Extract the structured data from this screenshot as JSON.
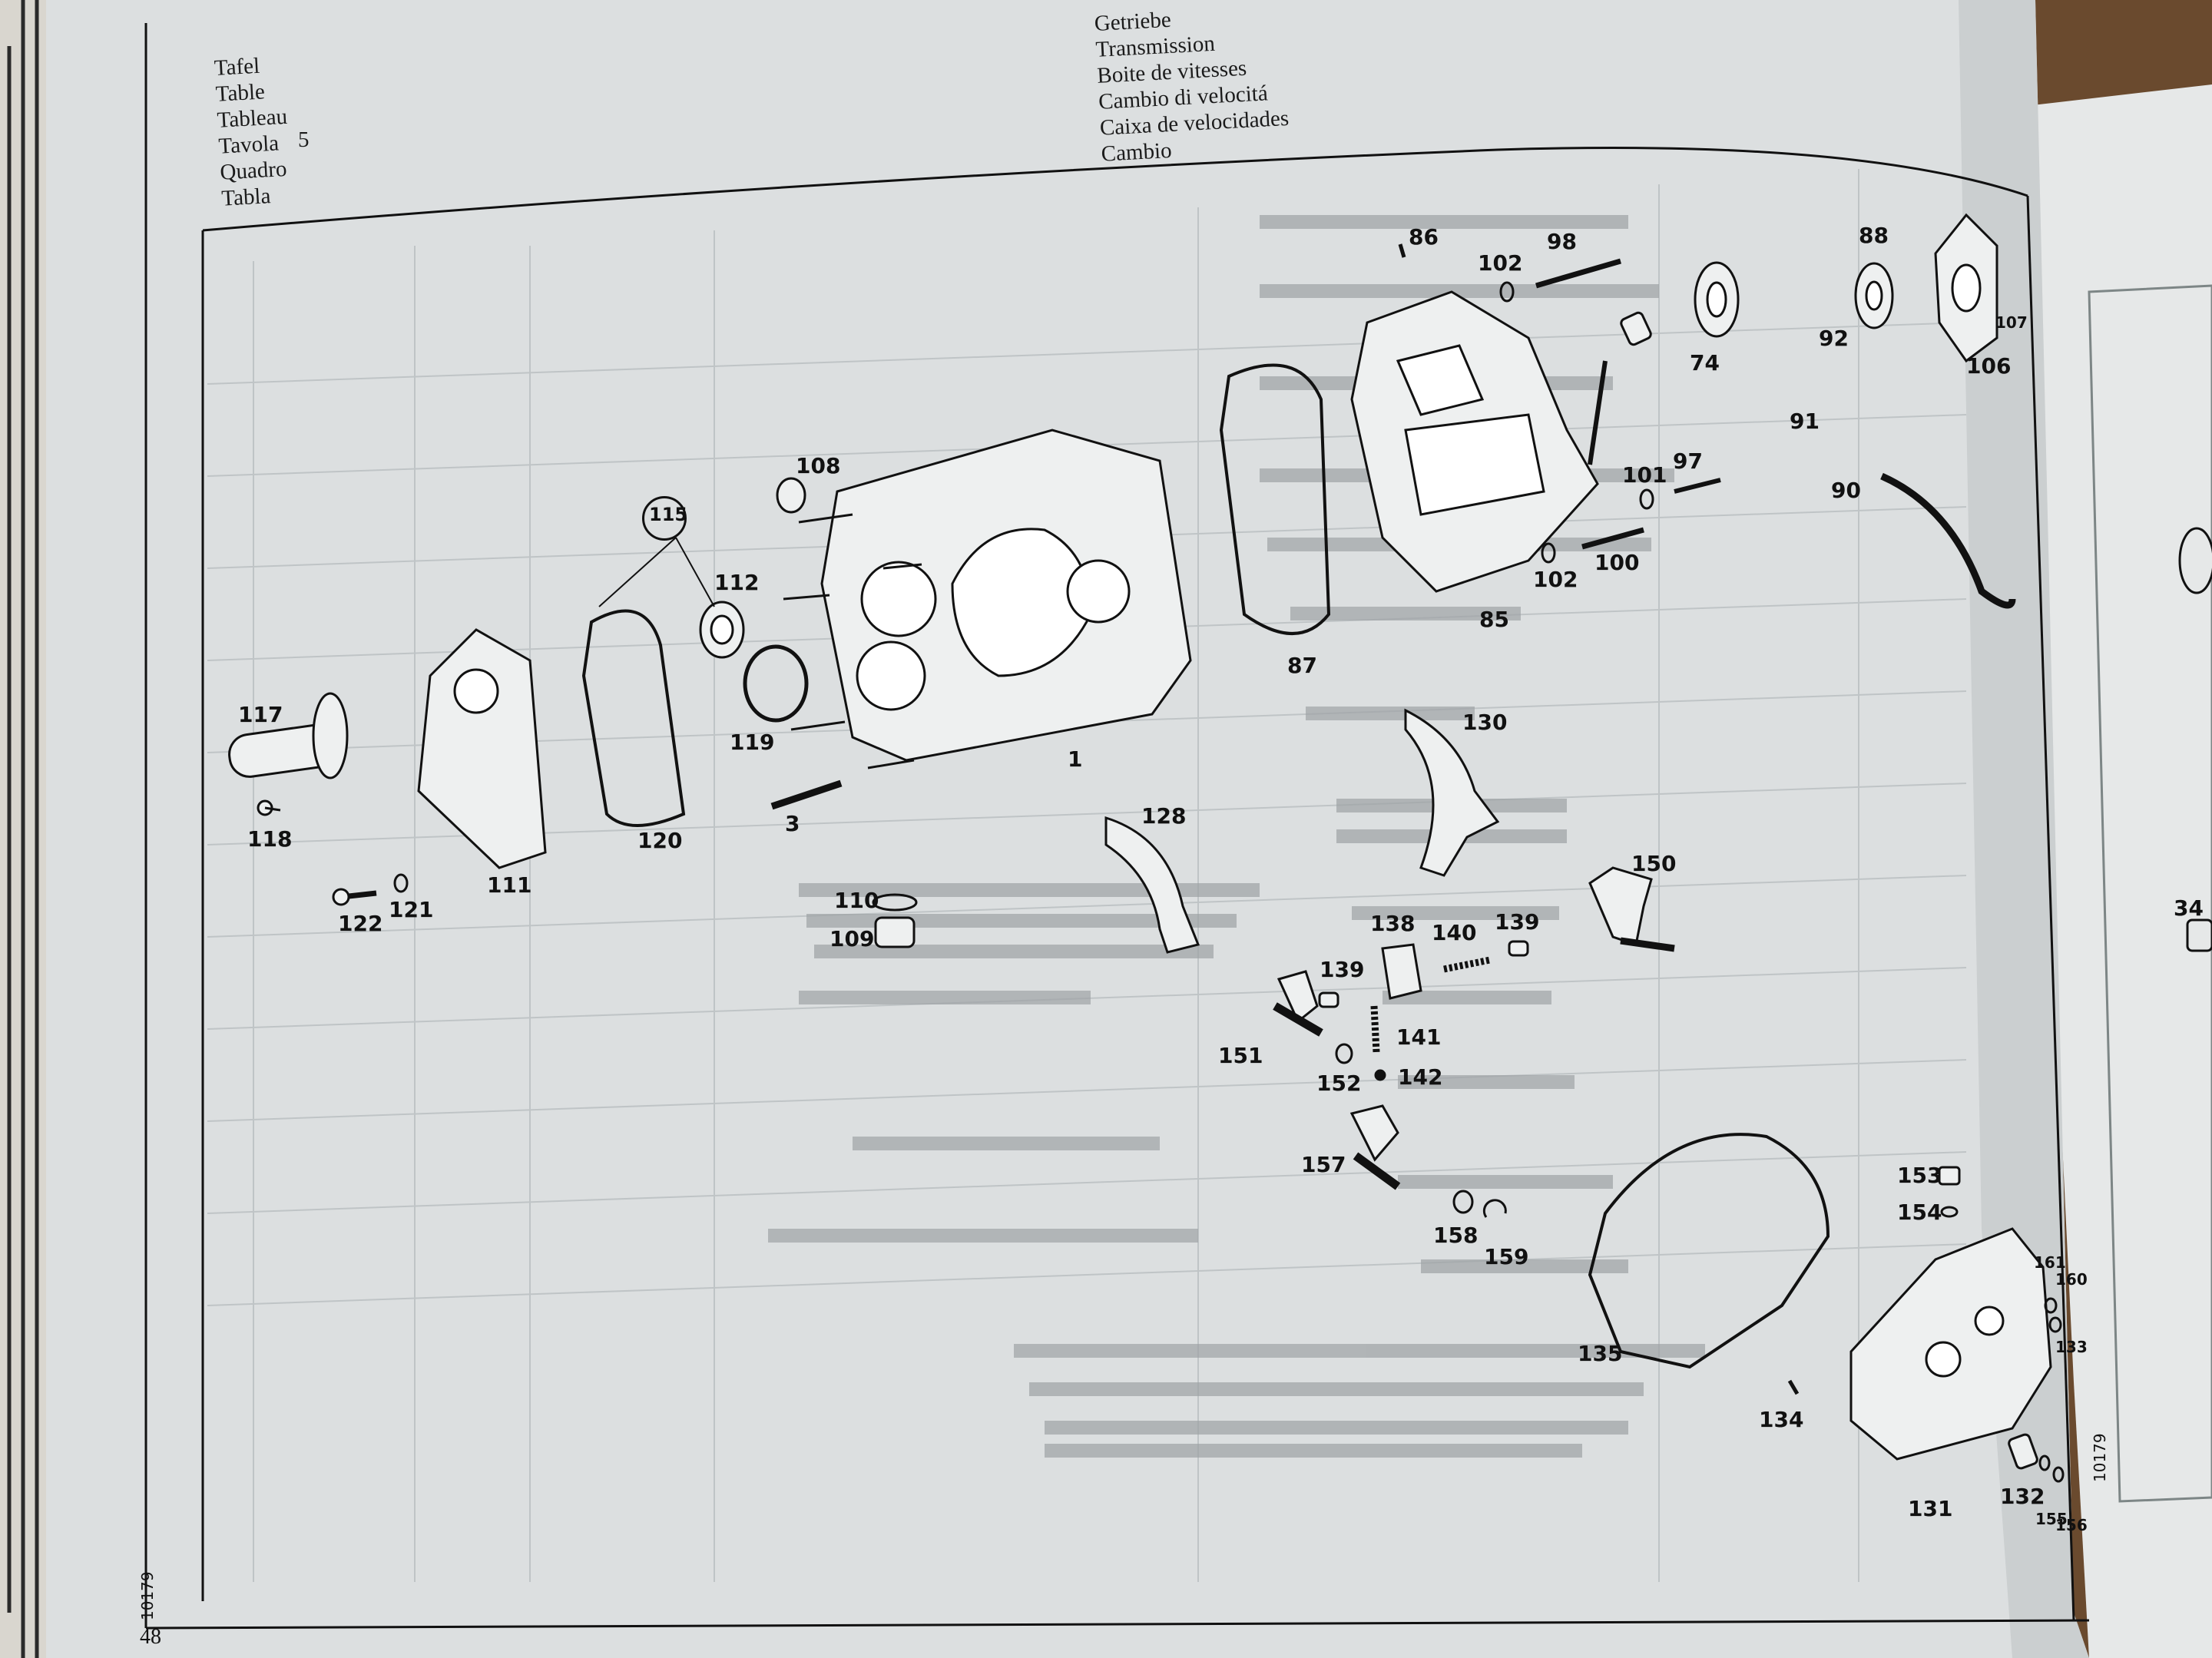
{
  "header": {
    "table_labels": [
      "Tafel",
      "Table",
      "Tableau",
      "Tavola",
      "Quadro",
      "Tabla"
    ],
    "table_number": "5",
    "transmission_labels": [
      "Getriebe",
      "Transmission",
      "Boite de vitesses",
      "Cambio di velocitá",
      "Caixa de velocidades",
      "Cambio"
    ]
  },
  "footer": {
    "page_number": "48",
    "doc_code_left": "10179",
    "doc_code_right": "10179",
    "next_page_part": "34"
  },
  "diagram": {
    "circled_part": "115",
    "part_numbers": [
      "86",
      "98",
      "102",
      "88",
      "74",
      "92",
      "107",
      "106",
      "91",
      "108",
      "115",
      "112",
      "101",
      "97",
      "90",
      "1",
      "100",
      "102",
      "85",
      "87",
      "117",
      "119",
      "130",
      "118",
      "120",
      "3",
      "128",
      "111",
      "150",
      "110",
      "122",
      "121",
      "109",
      "138",
      "140",
      "139",
      "139",
      "151",
      "141",
      "152",
      "142",
      "157",
      "153",
      "154",
      "158",
      "159",
      "161",
      "160",
      "133",
      "135",
      "134",
      "131",
      "132",
      "155",
      "156"
    ]
  }
}
